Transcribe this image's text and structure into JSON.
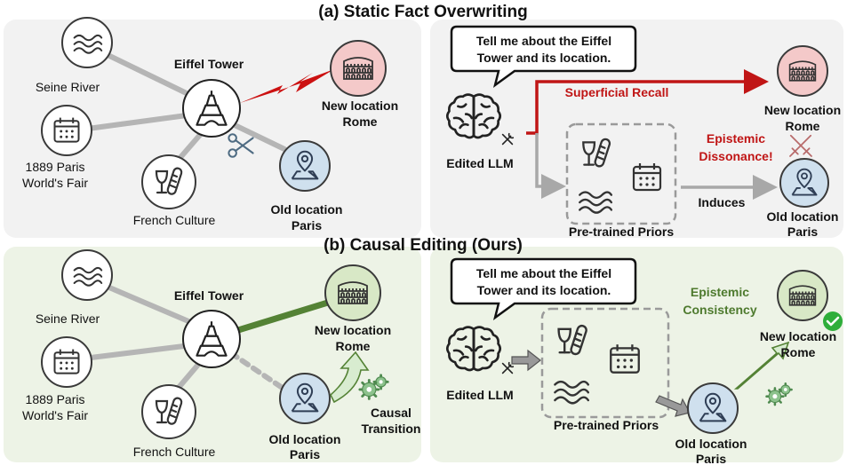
{
  "colors": {
    "panel_top": "#f2f2f2",
    "panel_bottom": "#edf3e6",
    "node_fill": "#ffffff",
    "node_stroke": "#3a3a3a",
    "red_node": "#f4c9c9",
    "green_node": "#d8e8c6",
    "blue_node": "#cfe0ee",
    "link_gray": "#b5b5b5",
    "red_accent": "#c01515",
    "green_accent": "#548235",
    "dark_green_text": "#4e7a2e"
  },
  "icons": [
    "wave-icon",
    "calendar-icon",
    "wine-bread-icon",
    "eiffel-icon",
    "colosseum-icon",
    "map-pin-icon",
    "scissors-icon",
    "lightning-icon",
    "brain-icon",
    "wrench-icon",
    "swords-icon",
    "gears-icon",
    "check-icon"
  ],
  "panel_a": {
    "title": "(a) Static Fact Overwriting",
    "left": {
      "center": "Eiffel Tower",
      "seine": "Seine River",
      "fair_line1": "1889 Paris",
      "fair_line2": "World's Fair",
      "culture": "French Culture",
      "new_loc_line1": "New location",
      "new_loc_line2": "Rome",
      "old_loc_line1": "Old location",
      "old_loc_line2": "Paris"
    },
    "right": {
      "speech_line1": "Tell me about the Eiffel",
      "speech_line2": "Tower and its location.",
      "llm": "Edited LLM",
      "recall": "Superficial Recall",
      "priors": "Pre-trained Priors",
      "induces": "Induces",
      "dissonance_line1": "Epistemic",
      "dissonance_line2": "Dissonance!",
      "new_loc_line1": "New location",
      "new_loc_line2": "Rome",
      "old_loc_line1": "Old location",
      "old_loc_line2": "Paris"
    }
  },
  "panel_b": {
    "title": "(b) Causal Editing (Ours)",
    "left": {
      "center": "Eiffel Tower",
      "seine": "Seine River",
      "fair_line1": "1889 Paris",
      "fair_line2": "World's Fair",
      "culture": "French Culture",
      "new_loc_line1": "New location",
      "new_loc_line2": "Rome",
      "old_loc_line1": "Old location",
      "old_loc_line2": "Paris",
      "transition_line1": "Causal",
      "transition_line2": "Transition"
    },
    "right": {
      "speech_line1": "Tell me about the Eiffel",
      "speech_line2": "Tower and its location.",
      "llm": "Edited LLM",
      "priors": "Pre-trained Priors",
      "consistency_line1": "Epistemic",
      "consistency_line2": "Consistency",
      "new_loc_line1": "New location",
      "new_loc_line2": "Rome",
      "old_loc_line1": "Old location",
      "old_loc_line2": "Paris"
    }
  }
}
